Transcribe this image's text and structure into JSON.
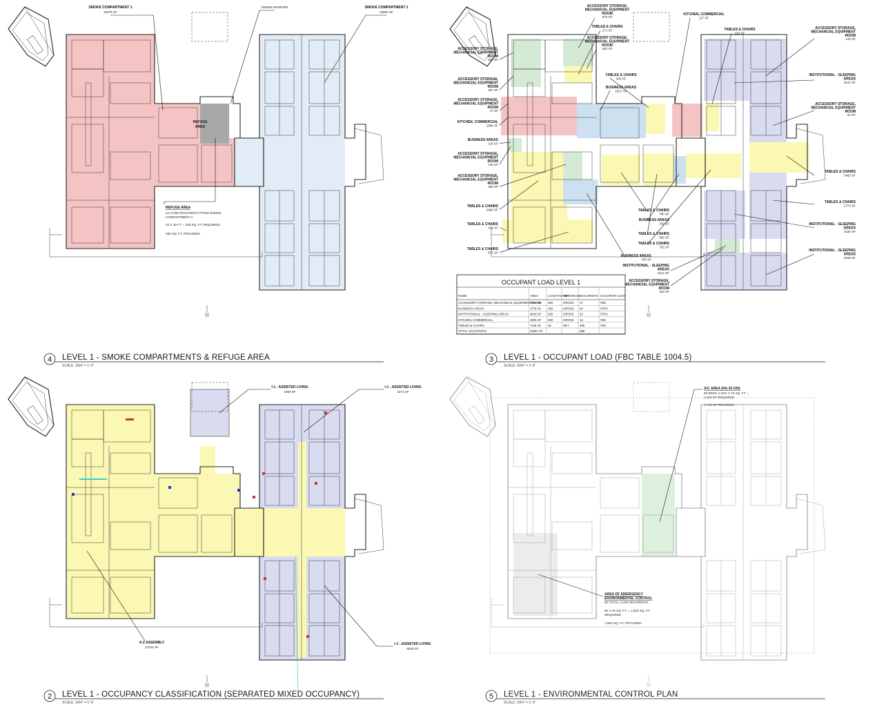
{
  "panels": [
    {
      "id": "smoke",
      "number": "4",
      "title": "LEVEL 1 - SMOKE COMPARTMENTS & REFUGE AREA",
      "scale": "SCALE: 3/64\" = 1'-0\"",
      "labels": {
        "sc1_name": "SMOKE COMPARTMENT 1",
        "sc1_area": "16376 SF",
        "barrier": "SMOKE BARRIER",
        "sc2_name": "SMOKE COMPARTMENT 2",
        "sc2_area": "15862 SF",
        "refuge_tag1": "REFUGE",
        "refuge_tag2": "AREA",
        "refuge_title": "REFUGE AREA",
        "refuge_l1": "22 CARE RECIPIENTS FROM SMOKE",
        "refuge_l2": "COMPARTMENT 2",
        "refuge_l3": "22 X 15 FT. = 330 SQ. FT. REQUIRED",
        "refuge_l4": "489 SQ. FT. PROVIDED"
      }
    },
    {
      "id": "occupant",
      "number": "3",
      "title": "LEVEL 1 - OCCUPANT LOAD (FBC TABLE 1004.5)",
      "scale": "SCALE: 3/64\" = 1'-0\"",
      "left_callouts": [
        {
          "l1": "ACCESSORY STORAGE,",
          "l2": "MECHANCIAL EQUIPMENT",
          "l3": "ROOM",
          "area": "663 SF"
        },
        {
          "l1": "ACCESSORY STORAGE,",
          "l2": "MECHANCIAL EQUIPMENT",
          "l3": "ROOM",
          "area": "487 SF"
        },
        {
          "l1": "ACCESSORY STORAGE,",
          "l2": "MECHANCIAL EQUIPMENT",
          "l3": "ROOM",
          "area": "47 SF"
        },
        {
          "l1": "KITCHEN, COMMERCIAL",
          "l2": "",
          "l3": "",
          "area": "1988 SF"
        },
        {
          "l1": "BUSINESS AREAS",
          "l2": "",
          "l3": "",
          "area": "119 SF"
        },
        {
          "l1": "ACCESSORY STORAGE,",
          "l2": "MECHANCIAL EQUIPMENT",
          "l3": "ROOM",
          "area": "145 SF"
        },
        {
          "l1": "ACCESSORY STORAGE,",
          "l2": "MECHANCIAL EQUIPMENT",
          "l3": "ROOM",
          "area": "309 SF"
        },
        {
          "l1": "TABLES & CHAIRS",
          "l2": "",
          "l3": "",
          "area": "1860 SF"
        },
        {
          "l1": "TABLES & CHAIRS",
          "l2": "",
          "l3": "",
          "area": "436 SF"
        },
        {
          "l1": "TABLES & CHAIRS",
          "l2": "",
          "l3": "",
          "area": "571 SF"
        }
      ],
      "top_callouts": [
        {
          "l1": "ACCESSORY STORAGE,",
          "l2": "MECHANCIAL EQUIPMENT",
          "l3": "ROOM",
          "area": "675 SF"
        },
        {
          "l1": "TABLES & CHAIRS",
          "l2": "",
          "l3": "",
          "area": "271 SF"
        },
        {
          "l1": "ACCESSORY STORAGE,",
          "l2": "MECHANCIAL EQUIPMENT",
          "l3": "ROOM",
          "area": "381 SF"
        },
        {
          "l1": "KITCHEN, COMMERCIAL",
          "l2": "",
          "l3": "",
          "area": "117 SF"
        },
        {
          "l1": "TABLES & CHAIRS",
          "l2": "",
          "l3": "",
          "area": "132 SF"
        },
        {
          "l1": "TABLES & CHAIRS",
          "l2": "",
          "l3": "",
          "area": "326 SF"
        },
        {
          "l1": "BUSINESS AREAS",
          "l2": "",
          "l3": "",
          "area": "1627 SF"
        }
      ],
      "right_callouts": [
        {
          "l1": "ACCESSORY STORAGE,",
          "l2": "MECHANCIAL EQUIPMENT",
          "l3": "ROOM",
          "area": "129 SF"
        },
        {
          "l1": "INSTITUTIONAL - SLEEPING",
          "l2": "AREAS",
          "l3": "",
          "area": "4241 SF"
        },
        {
          "l1": "ACCESSORY STORAGE,",
          "l2": "MECHANCIAL EQUIPMENT",
          "l3": "ROOM",
          "area": "64 SF"
        },
        {
          "l1": "TABLES & CHAIRS",
          "l2": "",
          "l3": "",
          "area": "1462 SF"
        },
        {
          "l1": "TABLES & CHAIRS",
          "l2": "",
          "l3": "",
          "area": "1774 SF"
        },
        {
          "l1": "INSTITUTIONAL - SLEEPING",
          "l2": "AREAS",
          "l3": "",
          "area": "1626 SF"
        },
        {
          "l1": "INSTITUTIONAL - SLEEPING",
          "l2": "AREAS",
          "l3": "",
          "area": "2339 SF"
        }
      ],
      "mid_callouts": [
        {
          "l1": "TABLES & CHAIRS",
          "area": "780 SF"
        },
        {
          "l1": "BUSINESS AREAS",
          "area": "332 SF"
        },
        {
          "l1": "TABLES & CHAIRS",
          "area": "862 SF"
        },
        {
          "l1": "TABLES & CHAIRS",
          "area": "752 SF"
        },
        {
          "l1": "BUSINESS AREAS",
          "area": "700 SF"
        }
      ],
      "bottom_callouts": [
        {
          "l1": "INSTITUTIONAL - SLEEPING",
          "l2": "AREAS",
          "l3": "",
          "area": "1612 SF"
        },
        {
          "l1": "ACCESSORY STORAGE,",
          "l2": "MECHANCIAL EQUIPMENT",
          "l3": "ROOM",
          "area": "252 SF"
        }
      ],
      "table": {
        "title": "OCCUPANT LOAD LEVEL 1",
        "headers": [
          "NAME",
          "AREA",
          "LOAD FACTOR",
          "NET/GROSS",
          "OCCUPANTS",
          "OCCUPANT LOAD - CODE REFERENCE"
        ],
        "rows": [
          [
            "ACCESSORY STORAGE, MECHANICAL EQUIPMENT ROOM",
            "3082 SF",
            "300",
            "GROSS",
            "17",
            "FBC"
          ],
          [
            "BUSINESS AREAS",
            "2778 SF",
            "150",
            "GROSS",
            "20",
            "FFPC"
          ],
          [
            "INSTITUTIONAL - SLEEPING AREAS",
            "9818 SF",
            "200",
            "GROSS",
            "52",
            "FFPC"
          ],
          [
            "KITCHEN, COMMERCIAL",
            "2505 SF",
            "200",
            "GROSS",
            "13",
            "FBC"
          ],
          [
            "TABLES & CHAIRS",
            "7134 SF",
            "15",
            "NET",
            "486",
            "FBC"
          ],
          [
            "TOTAL OCCUPANTS",
            "25367 SF",
            "",
            "",
            "588",
            ""
          ]
        ]
      }
    },
    {
      "id": "occupancy",
      "number": "2",
      "title": "LEVEL 1 - OCCUPANCY CLASSIFICATION (SEPARATED MIXED OCCUPANCY)",
      "scale": "SCALE: 3/64\" = 1'-0\"",
      "labels": {
        "al1_name": "I-1 - ASSISTED LIVING",
        "al1_area": "1090 SF",
        "al2_name": "I-1 - ASSISTED LIVING",
        "al2_area": "4272 SF",
        "al3_name": "I-1 - ASSISTED LIVING",
        "al3_area": "5930 SF",
        "a2_name": "A-2 ASSEMBLY",
        "a2_area": "27016 SF"
      }
    },
    {
      "id": "environmental",
      "number": "5",
      "title": "LEVEL 1 - ENVIRONMENTAL CONTROL PLAN",
      "scale": "SCALE: 3/64\" = 1'-0\"",
      "labels": {
        "ac_title": "A/C AREA (NA-30.029)",
        "ac_l1": "88 BEDS X 50% X 20 SQ. FT. =",
        "ac_l2": "1,420 SF REQUIRED",
        "ac_l3": "1,745 SF PROVIDED",
        "em_title": "AREA OF EMERGENCY",
        "em_title2": "ENVIRONMENTAL CONTROL",
        "em_l1": "90 TOTAL CARE RECIPIENTS",
        "em_l2": "90 X 20 SQ. FT. = 1,800 SQ. FT.",
        "em_l3": "REQUIRED",
        "em_l4": "1,800 SQ. FT. PROVIDED"
      }
    }
  ],
  "colors": {
    "smoke1": "#f4c4c4",
    "smoke2": "#e2ecf6",
    "refuge": "#a8a8a8",
    "assembly": "#fbf8b4",
    "assisted": "#d9dbf0",
    "storage": "#d5ead5",
    "kitchen": "#f4c4c4",
    "business": "#cce0f0",
    "tables": "#fbf8b4",
    "sleeping": "#d9dbf0",
    "ac_area": "#dcefdc",
    "emergency": "#ececec"
  }
}
